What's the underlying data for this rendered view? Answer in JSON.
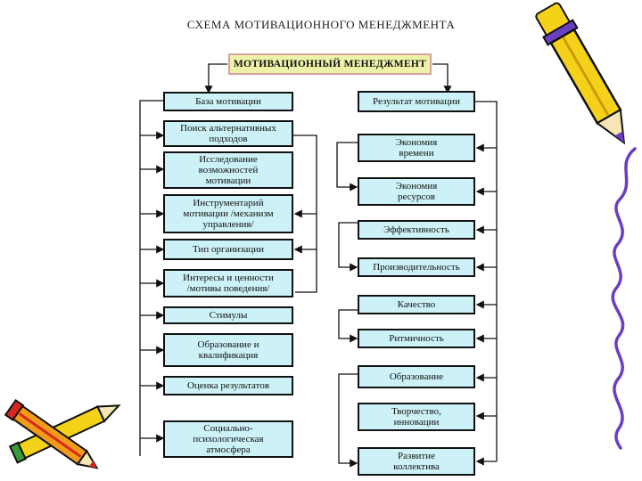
{
  "title": "СХЕМА МОТИВАЦИОННОГО МЕНЕДЖМЕНТА",
  "root": "МОТИВАЦИОННЫЙ МЕНЕДЖМЕНТ",
  "left_head": "База мотивации",
  "left_items": [
    "Поиск альтернативных\nподходов",
    "Исследование\nвозможностей\nмотивации",
    "Инструментарий\nмотивации /механизм\nуправления/",
    "Тип организации",
    "Интересы и ценности\n/мотивы поведения/",
    "Стимулы",
    "Образование и\nквалификация",
    "Оценка результатов",
    "Социально-\nпсихологическая\nатмосфера"
  ],
  "right_head": "Результат мотивации",
  "right_items": [
    "Экономия\nвремени",
    "Экономия\nресурсов",
    "Эффективность",
    "Производительность",
    "Качество",
    "Ритмичность",
    "Образование",
    "Творчество,\nинновации",
    "Развитие\nколлектива"
  ],
  "colors": {
    "box_fill": "#ccf2f8",
    "root_fill": "#eef2a8",
    "pencil_yellow": "#f5d21a",
    "pencil_purple": "#6a3fc0",
    "pencil_red": "#d8281e"
  }
}
